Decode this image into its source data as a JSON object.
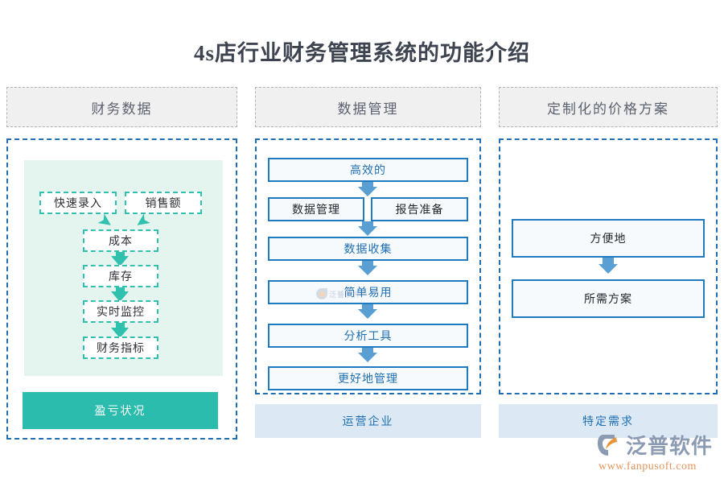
{
  "title": "4s店行业财务管理系统的功能介绍",
  "columns": [
    {
      "header": "财务数据",
      "nodes": [
        "快速录入",
        "销售额",
        "成本",
        "库存",
        "实时监控",
        "财务指标"
      ],
      "footer": "盈亏状况"
    },
    {
      "header": "数据管理",
      "nodes": [
        "高效的",
        "数据管理",
        "报告准备",
        "数据收集",
        "简单易用",
        "分析工具",
        "更好地管理"
      ],
      "footer": "运营企业"
    },
    {
      "header": "定制化的价格方案",
      "nodes": [
        "方便地",
        "所需方案"
      ],
      "footer": "特定需求"
    }
  ],
  "watermark": {
    "brand": "泛普软件",
    "url": "www.fanpusoft.com"
  },
  "colors": {
    "teal": "#2bbcad",
    "teal_light": "#2fc0ae",
    "mint_bg": "#e4f5f0",
    "blue": "#1f6fb2",
    "blue_border": "#1f7ac0",
    "blue_arrow": "#5a9fd4",
    "blue_bar_bg": "#dce9f5",
    "header_bg": "#f0f0f0",
    "title_text": "#3d4450",
    "logo_gray": "#8c9bb4",
    "logo_orange": "#e2955e"
  }
}
